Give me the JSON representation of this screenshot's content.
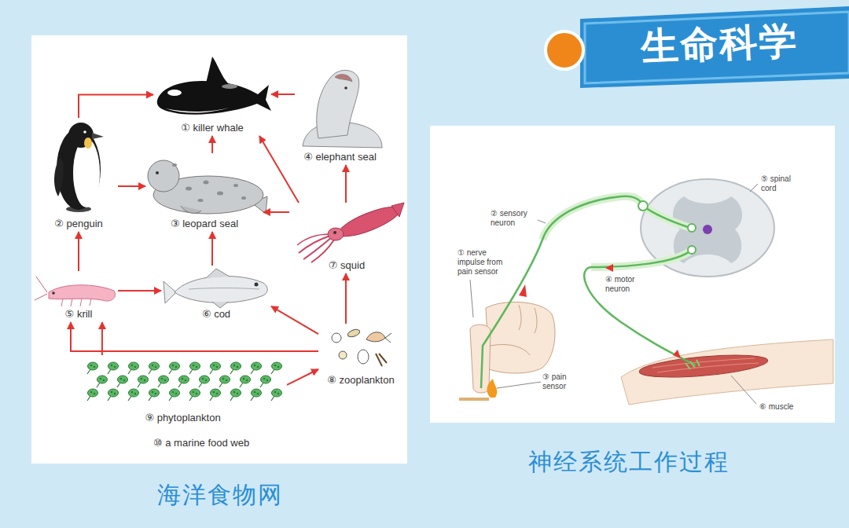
{
  "diagram": {
    "title": "生命科学",
    "nodes": [
      {
        "text": [
          "① killer whale"
        ]
      },
      {
        "text": [
          "② penguin"
        ]
      },
      {
        "text": [
          "③ leopard seal"
        ]
      },
      {
        "text": [
          "④ elephant seal"
        ]
      },
      {
        "text": [
          "⑤ krill"
        ]
      },
      {
        "text": [
          "⑥ cod"
        ]
      },
      {
        "text": [
          "⑦ squid"
        ]
      },
      {
        "text": [
          "⑧ zooplankton"
        ]
      },
      {
        "text": [
          "⑨ phytoplankton"
        ]
      }
    ],
    "edges": [
      {
        "from": 1,
        "to": 0,
        "arrow": "to"
      },
      {
        "from": 3,
        "to": 0,
        "arrow": "to"
      },
      {
        "from": 2,
        "to": 0,
        "arrow": "to"
      },
      {
        "from": 6,
        "to": 0,
        "arrow": "to"
      },
      {
        "from": 1,
        "to": 2,
        "arrow": "to"
      },
      {
        "from": 6,
        "to": 2,
        "arrow": "to"
      },
      {
        "from": 6,
        "to": 3,
        "arrow": "to"
      },
      {
        "from": 4,
        "to": 1,
        "arrow": "to"
      },
      {
        "from": 4,
        "to": 5,
        "arrow": "to"
      },
      {
        "from": 5,
        "to": 2,
        "arrow": "to"
      },
      {
        "from": 7,
        "to": 6,
        "arrow": "to"
      },
      {
        "from": 7,
        "to": 5,
        "arrow": "to"
      },
      {
        "from": 7,
        "to": 4,
        "arrow": "to"
      },
      {
        "from": 8,
        "to": 4,
        "arrow": "to"
      },
      {
        "from": 8,
        "to": 7,
        "arrow": "to"
      }
    ],
    "labels": [
      "⑩ a marine food web",
      "海洋食物网",
      "① nerve impulse from pain sensor",
      "② sensory neuron",
      "③ pain sensor",
      "④ motor neuron",
      "⑤ spinal cord",
      "⑥ muscle",
      "神经系统工作过程"
    ]
  }
}
